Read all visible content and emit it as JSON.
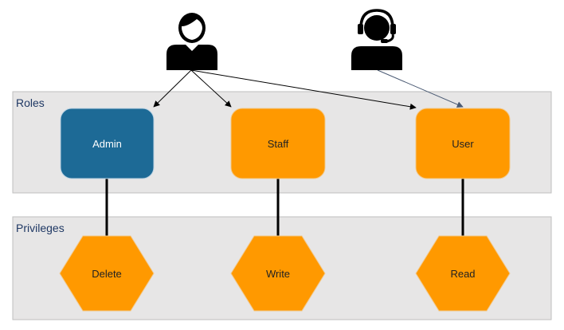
{
  "panels": {
    "roles": {
      "label": "Roles"
    },
    "privileges": {
      "label": "Privileges"
    }
  },
  "actors": {
    "admin_person": {
      "icon": "person-icon"
    },
    "support_person": {
      "icon": "headset-person-icon"
    }
  },
  "roles": {
    "admin": {
      "label": "Admin"
    },
    "staff": {
      "label": "Staff"
    },
    "user": {
      "label": "User"
    }
  },
  "privileges": {
    "delete": {
      "label": "Delete"
    },
    "write": {
      "label": "Write"
    },
    "read": {
      "label": "Read"
    }
  },
  "colors": {
    "panel_fill": "#e7e6e6",
    "panel_stroke": "#bfbfbf",
    "panel_label": "#1f3864",
    "admin_fill": "#1d6a96",
    "orange_fill": "#ff9900",
    "orange_stroke": "#f2c98c",
    "admin_text": "#ffffff",
    "node_text": "#222222",
    "arrow": "#000000",
    "support_arrow": "#4a5a73",
    "link": "#000000",
    "icon": "#000000"
  }
}
